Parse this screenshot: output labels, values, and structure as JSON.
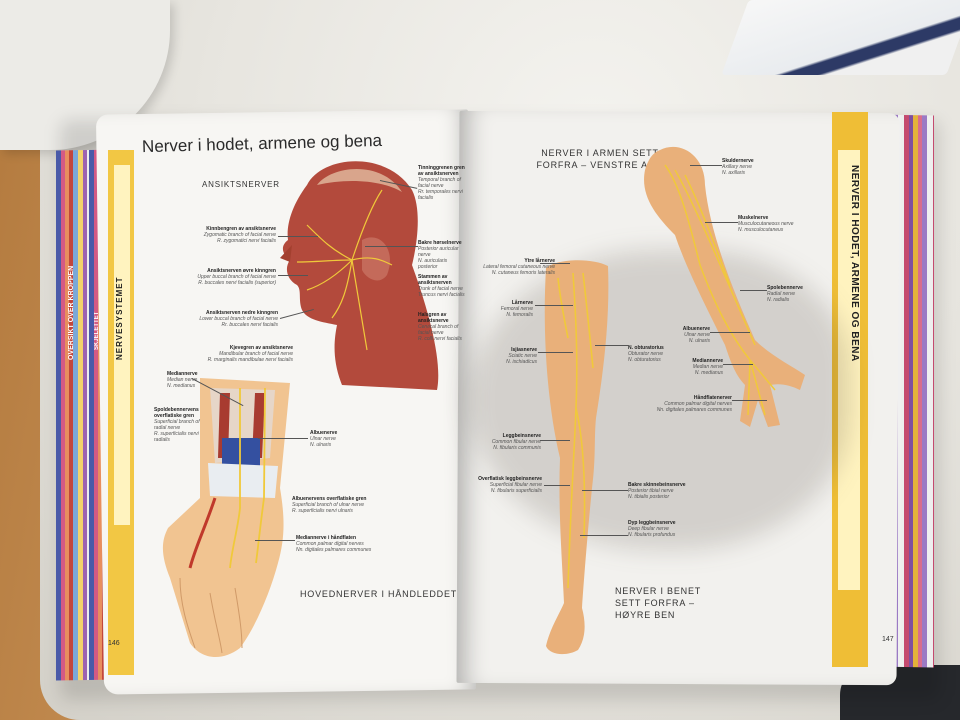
{
  "left_page": {
    "title": "Nerver i hodet, armene og bena",
    "section_face": "ANSIKTSNERVER",
    "section_wrist": "HOVEDNERVER I HÅNDLEDDET",
    "band_text": "NERVESYSTEMET",
    "page_number": "146",
    "spine_labels": [
      "OVERSIKT OVER KROPPEN",
      "SKJELETTET"
    ],
    "face_labels": [
      {
        "name": "Kinnbengren av ansiktsnerve",
        "sub": "Zygomatic branch of facial nerve",
        "latin": "R. zygomatici nervi facialis"
      },
      {
        "name": "Ansiktsnerven øvre kinngren",
        "sub": "Upper buccal branch of facial nerve",
        "latin": "R. buccales nervi facialis (superior)"
      },
      {
        "name": "Ansiktsnerven nedre kinngren",
        "sub": "Lower buccal branch of facial nerve",
        "latin": "Rr. buccales nervi facialis"
      },
      {
        "name": "Kjevegren av ansiktsnerve",
        "sub": "Mandibular branch of facial nerve",
        "latin": "R. marginalis mandibulae nervi facialis"
      },
      {
        "name": "Tinninggrenen gren av ansiktsnerven",
        "sub": "Temporal branch of facial nerve",
        "latin": "Rr. temporales nervi facialis"
      },
      {
        "name": "Bakre hørselnerve",
        "sub": "Posterior auricular nerve",
        "latin": "N. auricularis posterior"
      },
      {
        "name": "Stammen av ansiktsnerven",
        "sub": "Trunk of facial nerve",
        "latin": "Truncus nervi facialis"
      },
      {
        "name": "Halsgren av ansiktsnerve",
        "sub": "Cervical branch of facial nerve",
        "latin": "R. colli nervi facialis"
      }
    ],
    "wrist_labels": [
      {
        "name": "Mediannerve",
        "sub": "Median nerve",
        "latin": "N. medianus"
      },
      {
        "name": "Spoldebennervens overflatiske gren",
        "sub": "Superficial branch of radial nerve",
        "latin": "R. superficialis nervi radialis"
      },
      {
        "name": "Albuenerve",
        "sub": "Ulnar nerve",
        "latin": "N. ulnaris"
      },
      {
        "name": "Albuenervens overflatiske gren",
        "sub": "Superficial branch of ulnar nerve",
        "latin": "R. superficialis nervi ulnaris"
      },
      {
        "name": "Mediannerve i håndflaten",
        "sub": "Common palmar digital nerves",
        "latin": "Nn. digitales palmares communes"
      }
    ]
  },
  "right_page": {
    "section_arm": "NERVER I ARMEN SETT FORFRA – VENSTRE ARM",
    "section_leg": "NERVER I BENET SETT FORFRA – HØYRE BEN",
    "band_text": "NERVER I HODET, ARMENE OG BENA",
    "page_number": "147",
    "leg_labels": [
      {
        "name": "Ytre lårnerve",
        "sub": "Lateral femoral cutaneous nerve",
        "latin": "N. cutaneus femoris lateralis"
      },
      {
        "name": "Lårnerve",
        "sub": "Femoral nerve",
        "latin": "N. femoralis"
      },
      {
        "name": "Isjiasnerve",
        "sub": "Sciatic nerve",
        "latin": "N. ischiadicus"
      },
      {
        "name": "N. obturatorius",
        "sub": "Obturator nerve",
        "latin": "N. obturatorius"
      },
      {
        "name": "Leggbeinsnerve",
        "sub": "Common fibular nerve",
        "latin": "N. fibularis communis"
      },
      {
        "name": "Overflatisk leggbeinsnerve",
        "sub": "Superficial fibular nerve",
        "latin": "N. fibularis superficialis"
      },
      {
        "name": "Bakre skinnebeinsnerve",
        "sub": "Posterior tibial nerve",
        "latin": "N. tibialis posterior"
      },
      {
        "name": "Dyp leggbeinsnerve",
        "sub": "Deep fibular nerve",
        "latin": "N. fibularis profundus"
      }
    ],
    "arm_labels": [
      {
        "name": "Skuldernerve",
        "sub": "Axillary nerve",
        "latin": "N. axillaris"
      },
      {
        "name": "Muskelnerve",
        "sub": "Musculocutaneous nerve",
        "latin": "N. musculocutaneus"
      },
      {
        "name": "Spolebennerve",
        "sub": "Radial nerve",
        "latin": "N. radialis"
      },
      {
        "name": "Albuenerve",
        "sub": "Ulnar nerve",
        "latin": "N. ulnaris"
      },
      {
        "name": "Mediannerve",
        "sub": "Median nerve",
        "latin": "N. medianus"
      },
      {
        "name": "Håndflatenerver",
        "sub": "Common palmar digital nerves",
        "latin": "Nn. digitales palmares communes"
      }
    ]
  },
  "colors": {
    "page": "#f7f6f3",
    "band_yellow": "#f2c744",
    "nerve_yellow": "#f0c93a",
    "muscle_red": "#b5483a",
    "skin": "#e9b07a"
  }
}
